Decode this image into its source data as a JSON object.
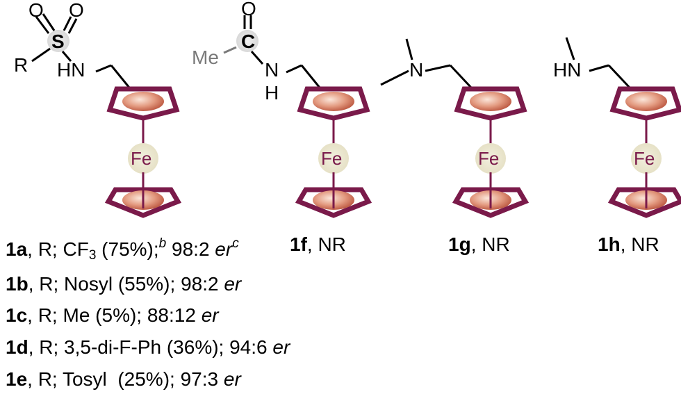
{
  "compounds": [
    {
      "id": "1a",
      "r_label": "R",
      "so2_o1": "O",
      "so2_o2": "O",
      "sulfur": "S",
      "amine": "HN",
      "metal": "Fe"
    },
    {
      "id": "1f",
      "methyl": "Me",
      "oxygen": "O",
      "carbon": "C",
      "nitrogen": "N",
      "hydrogen": "H",
      "metal": "Fe",
      "label": "1f",
      "result": ", NR"
    },
    {
      "id": "1g",
      "nitrogen": "N",
      "metal": "Fe",
      "label": "1g",
      "result": ", NR"
    },
    {
      "id": "1h",
      "amine": "HN",
      "metal": "Fe",
      "label": "1h",
      "result": ", NR"
    }
  ],
  "results_list": [
    {
      "id": "1a",
      "rest": ", R; CF",
      "sub": "3",
      "yield": " (75%);",
      "sup": "b",
      "er_value": " 98:2 ",
      "er": "er",
      "er_sup": "c"
    },
    {
      "id": "1b",
      "rest": ", R; Nosyl (55%); 98:2 ",
      "er": "er"
    },
    {
      "id": "1c",
      "rest": ", R; Me (5%); 88:12 ",
      "er": "er"
    },
    {
      "id": "1d",
      "rest": ", R; 3,5-di-F-Ph (36%); 94:6 ",
      "er": "er"
    },
    {
      "id": "1e",
      "rest": ", R; Tosyl  (25%); 97:3 ",
      "er": "er"
    }
  ],
  "colors": {
    "ring": "#7a1a4a",
    "bond": "#000000",
    "iron_halo": "#ede9d4",
    "disc": "#c9634a",
    "label_grey": "#7a7a7a"
  }
}
